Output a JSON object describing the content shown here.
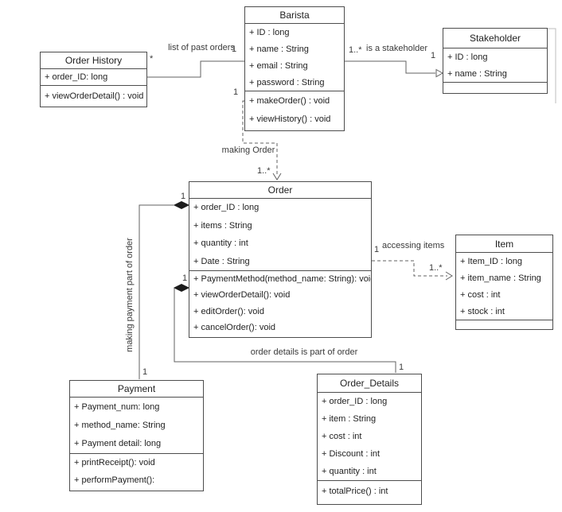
{
  "classes": {
    "barista": {
      "name": "Barista",
      "attributes": [
        "+ ID : long",
        "+ name : String",
        "+ email : String",
        "+ password : String"
      ],
      "methods": [
        "+ makeOrder() : void",
        "+ viewHistory() : void"
      ]
    },
    "order_history": {
      "name": "Order History",
      "attributes": [
        "+ order_ID: long"
      ],
      "methods": [
        "+ viewOrderDetail() : void"
      ]
    },
    "stakeholder": {
      "name": "Stakeholder",
      "attributes": [
        "+ ID : long",
        "+ name : String"
      ],
      "methods": []
    },
    "order": {
      "name": "Order",
      "attributes": [
        "+ order_ID : long",
        "+ items : String",
        "+ quantity : int",
        "+ Date : String"
      ],
      "methods": [
        "+ PaymentMethod(method_name: String): void",
        "+ viewOrderDetail(): void",
        "+ editOrder(): void",
        "+ cancelOrder(): void"
      ]
    },
    "item": {
      "name": "Item",
      "attributes": [
        "+ Item_ID : long",
        "+ item_name : String",
        "+ cost : int",
        "+ stock : int"
      ],
      "methods": []
    },
    "payment": {
      "name": "Payment",
      "attributes": [
        "+ Payment_num: long",
        "+ method_name: String",
        "+ Payment detail: long"
      ],
      "methods": [
        "+ printReceipt(): void",
        "+ performPayment():"
      ]
    },
    "order_details": {
      "name": "Order_Details",
      "attributes": [
        "+ order_ID : long",
        "+ item : String",
        "+ cost : int",
        "+ Discount : int",
        "+ quantity : int"
      ],
      "methods": [
        "+ totalPrice() : int"
      ]
    }
  },
  "relationships": {
    "history_barista": {
      "label": "list of past orders",
      "mult_source": "*",
      "mult_target": "1"
    },
    "barista_stakeholder": {
      "label": "is a stakeholder",
      "mult_source": "1..*",
      "mult_target": "1"
    },
    "barista_order": {
      "label": "making Order",
      "mult_source": "1",
      "mult_target": "1..*"
    },
    "order_item": {
      "label": "accessing items",
      "mult_source": "1",
      "mult_target": "1..*"
    },
    "order_payment": {
      "label": "making payment part of order",
      "mult_source": "1",
      "mult_target": "1"
    },
    "order_details_rel": {
      "label": "order details is part of order",
      "mult_source": "1",
      "mult_target": "1"
    }
  },
  "colors": {
    "box_border": "#4d4d4d",
    "line": "#616161",
    "text": "#1f1f1f",
    "background": "#ffffff"
  }
}
